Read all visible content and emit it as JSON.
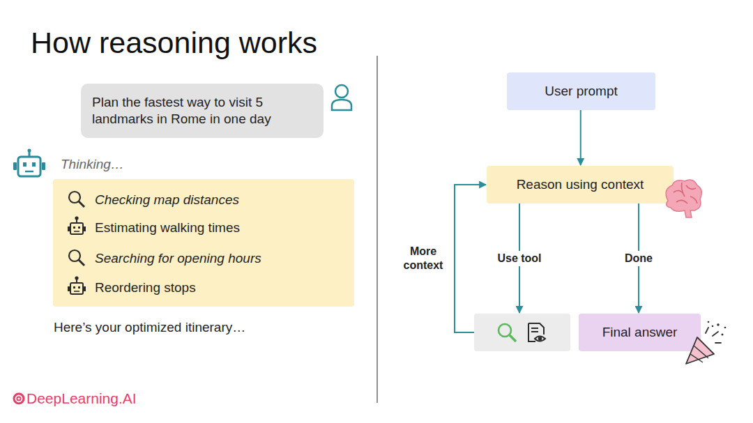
{
  "diagram": {
    "title": "How reasoning works",
    "nodes": [
      {
        "text": [
          "Plan the fastest way to visit 5 landmarks in Rome in one day"
        ]
      },
      {
        "text": [
          "Thinking…",
          "Checking map distances",
          "Estimating walking times",
          "Searching for opening hours",
          "Reordering stops"
        ]
      },
      {
        "text": [
          "User prompt"
        ]
      },
      {
        "text": [
          "Reason using context"
        ]
      },
      {
        "text": []
      },
      {
        "text": [
          "Final answer"
        ]
      }
    ],
    "edges": [
      {
        "from": 2,
        "to": 3,
        "arrow": "to"
      },
      {
        "from": 3,
        "to": 4,
        "label": "Use tool",
        "arrow": "to"
      },
      {
        "from": 3,
        "to": 5,
        "label": "Done",
        "arrow": "to"
      },
      {
        "from": 4,
        "to": 3,
        "label": "More context",
        "arrow": "to"
      }
    ],
    "labels": [
      "Here’s your optimized itinerary…",
      "DeepLearning.AI"
    ]
  }
}
